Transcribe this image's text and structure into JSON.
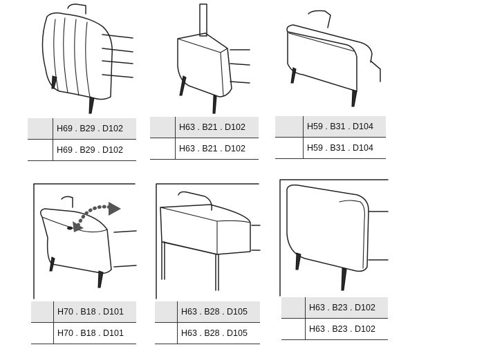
{
  "cells": [
    {
      "id": "a",
      "dims": [
        "H69 . B29 . D102",
        "H69 . B29 . D102"
      ]
    },
    {
      "id": "b",
      "dims": [
        "H63 . B21 . D102",
        "H63 . B21 . D102"
      ]
    },
    {
      "id": "c",
      "dims": [
        "H59 . B31 . D104",
        "H59 . B31 . D104"
      ]
    },
    {
      "id": "d",
      "dims": [
        "H70 . B18 . D101",
        "H70 . B18 . D101"
      ]
    },
    {
      "id": "e",
      "dims": [
        "H63 . B28 . D105",
        "H63 . B28 . D105"
      ]
    },
    {
      "id": "f",
      "dims": [
        "H63 . B23 . D102",
        "H63 . B23 . D102"
      ]
    }
  ],
  "icons": {
    "armrest": "sofa-armrest-drawing",
    "motion": "dotted-arrow-icon"
  }
}
